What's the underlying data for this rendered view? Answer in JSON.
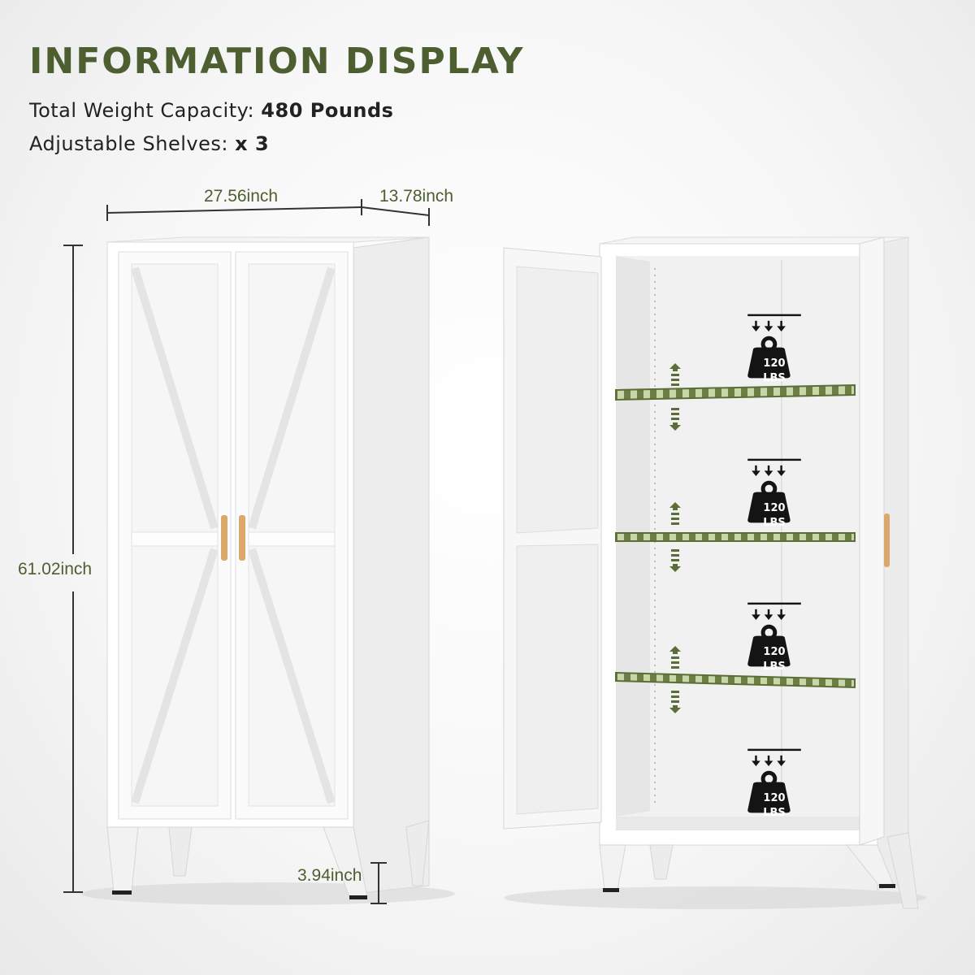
{
  "title": "INFORMATION DISPLAY",
  "specs": {
    "weight_label": "Total Weight Capacity:",
    "weight_value": "480 Pounds",
    "shelves_label": "Adjustable Shelves:",
    "shelves_value": "x 3"
  },
  "dimensions": {
    "width": "27.56inch",
    "depth": "13.78inch",
    "height": "61.02inch",
    "leg": "3.94inch"
  },
  "shelf_capacity": {
    "number": "120",
    "unit": "LBS",
    "count": 4
  },
  "colors": {
    "accent": "#4d5e31",
    "cabinet": "#ffffff",
    "handle": "#d9a86a",
    "weight_icon": "#141414"
  },
  "icons": [
    "weight-icon",
    "down-arrows-icon",
    "adjust-arrow-up-icon",
    "adjust-arrow-down-icon"
  ]
}
